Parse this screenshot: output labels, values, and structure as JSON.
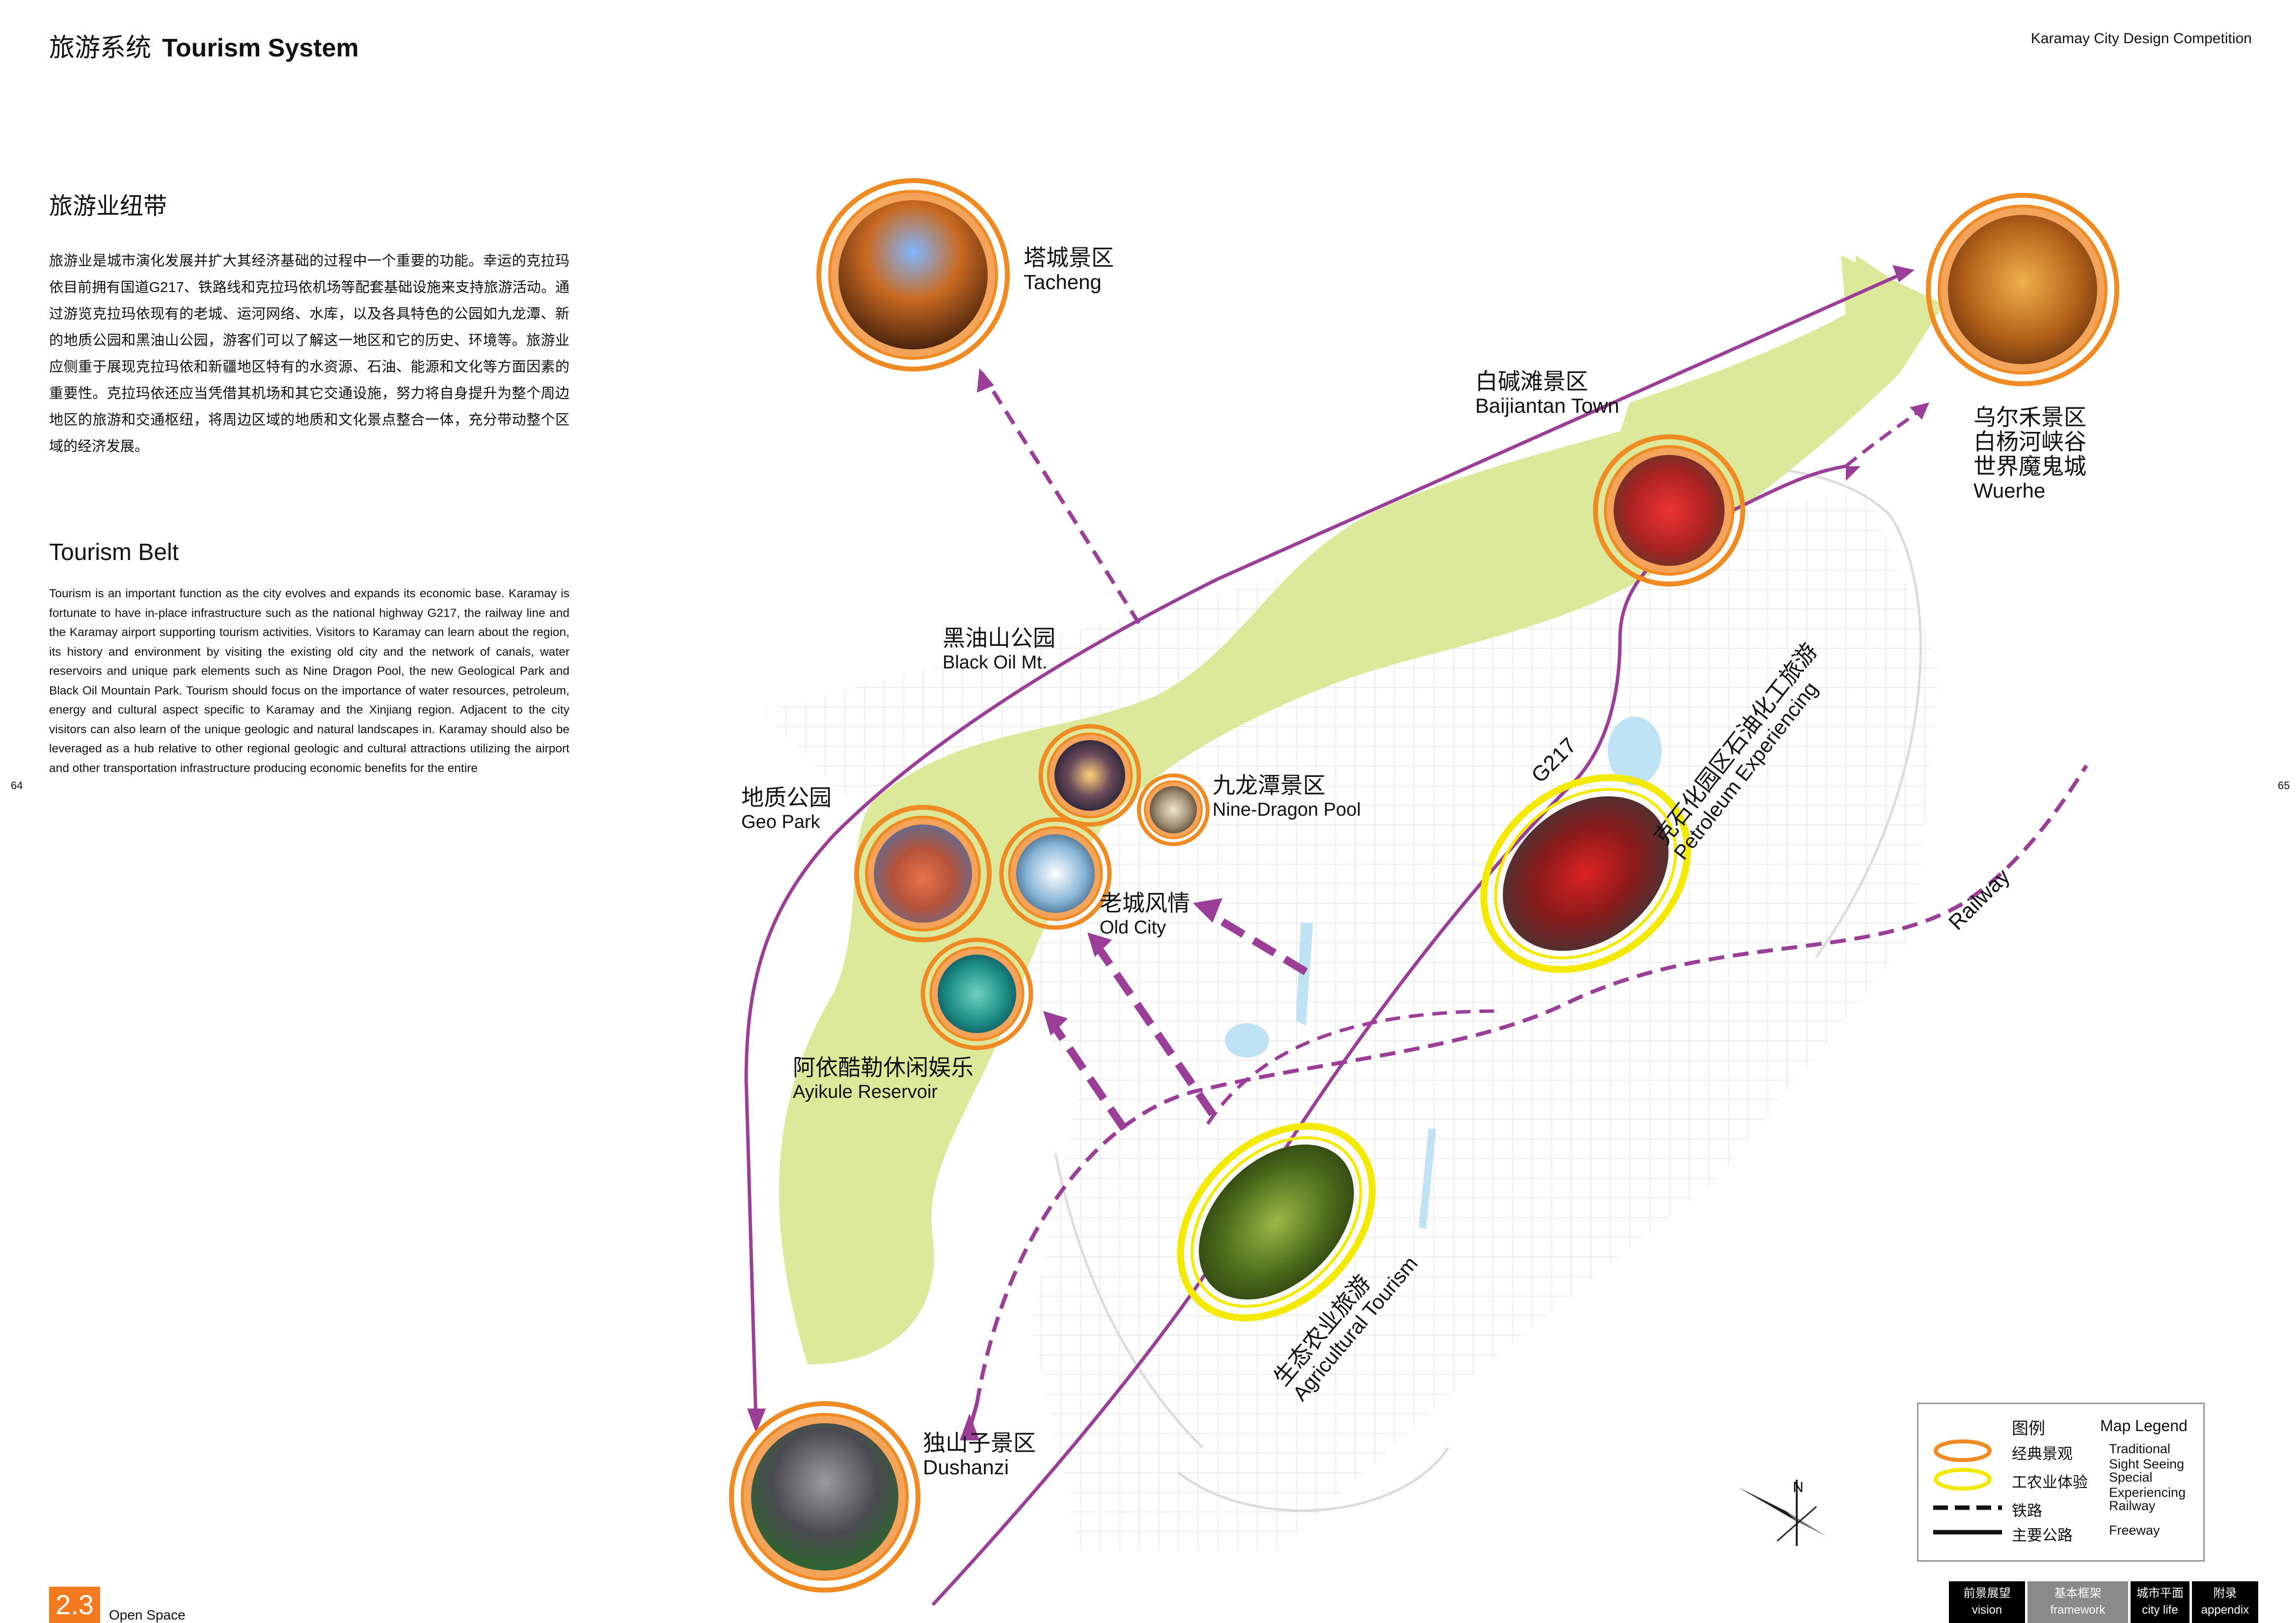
{
  "header": {
    "title_cn": "旅游系统",
    "title_en": "Tourism System",
    "competition": "Karamay City Design Competition"
  },
  "text_panel": {
    "heading_cn": "旅游业纽带",
    "body_cn": "旅游业是城市演化发展并扩大其经济基础的过程中一个重要的功能。幸运的克拉玛依目前拥有国道G217、铁路线和克拉玛依机场等配套基础设施来支持旅游活动。通过游览克拉玛依现有的老城、运河网络、水库，以及各具特色的公园如九龙潭、新的地质公园和黑油山公园，游客们可以了解这一地区和它的历史、环境等。旅游业应侧重于展现克拉玛依和新疆地区特有的水资源、石油、能源和文化等方面因素的重要性。克拉玛依还应当凭借其机场和其它交通设施，努力将自身提升为整个周边地区的旅游和交通枢纽，将周边区域的地质和文化景点整合一体，充分带动整个区域的经济发展。",
    "heading_en": "Tourism Belt",
    "body_en": "Tourism is an important function as the city evolves and expands its economic base. Karamay is fortunate to have in-place infrastructure such as the national highway G217, the railway line and the Karamay airport supporting tourism activities. Visitors to Karamay can learn about the region, its history and environment by visiting the existing old city and the network of canals, water reservoirs and unique park elements such as Nine Dragon Pool, the new Geological Park and Black Oil Mountain Park. Tourism should focus on the importance of water resources, petroleum, energy and cultural aspect specific to Karamay and the Xinjiang region. Adjacent to the city visitors can also learn of the unique geologic and natural landscapes in. Karamay should also be leveraged as a hub relative to other regional geologic and cultural attractions utilizing the airport and other transportation infrastructure producing economic benefits for the entire"
  },
  "page_numbers": {
    "left": "64",
    "right": "65"
  },
  "footer": {
    "section_number": "2.3",
    "section_label": "Open Space"
  },
  "map": {
    "places": {
      "tacheng": {
        "cn": "塔城景区",
        "en": "Tacheng"
      },
      "baijiantan": {
        "cn": "白碱滩景区",
        "en": "Baijiantan Town"
      },
      "wuerhe": {
        "cn1": "乌尔禾景区",
        "cn2": "白杨河峡谷",
        "cn3": "世界魔鬼城",
        "en": "Wuerhe"
      },
      "black_oil": {
        "cn": "黑油山公园",
        "en": "Black Oil Mt."
      },
      "geo_park": {
        "cn": "地质公园",
        "en": "Geo Park"
      },
      "nine_dragon": {
        "cn": "九龙潭景区",
        "en": "Nine-Dragon Pool"
      },
      "old_city": {
        "cn": "老城风情",
        "en": "Old City"
      },
      "ayikule": {
        "cn": "阿依酷勒休闲娱乐",
        "en": "Ayikule Reservoir"
      },
      "dushanzi": {
        "cn": "独山子景区",
        "en": "Dushanzi"
      },
      "petroleum": {
        "cn": "克石化园区石油化工旅游",
        "en": "Petroleum Experiencing"
      },
      "agricultural": {
        "cn": "生态农业旅游",
        "en": "Agricultural Tourism"
      }
    },
    "roads": {
      "g217": "G217",
      "railway": "Railway"
    },
    "north_arrow": "N",
    "colors": {
      "belt": "#d9e89a",
      "route": "#9b3e97",
      "traditional_ring": "#f08a22",
      "special_ring": "#f4ea00"
    },
    "icons": [
      "circular-photo-icon",
      "north-arrow-icon"
    ]
  },
  "legend": {
    "title_cn": "图例",
    "title_en": "Map Legend",
    "items": [
      {
        "cn": "经典景观",
        "en": "Traditional Sight Seeing"
      },
      {
        "cn": "工农业体验",
        "en": "Special Experiencing"
      },
      {
        "cn": "铁路",
        "en": "Railway"
      },
      {
        "cn": "主要公路",
        "en": "Freeway"
      }
    ]
  },
  "nav_tabs": [
    {
      "cn": "前景展望",
      "en": "vision"
    },
    {
      "cn": "基本框架",
      "en": "framework"
    },
    {
      "cn": "城市平面",
      "en": "city life"
    },
    {
      "cn": "附录",
      "en": "appendix"
    }
  ]
}
